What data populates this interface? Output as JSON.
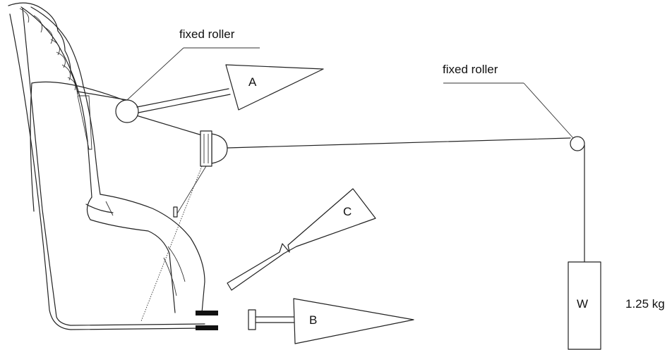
{
  "labels": {
    "roller_left": "fixed roller",
    "roller_right": "fixed roller",
    "arrow_a": "A",
    "arrow_b": "B",
    "arrow_c": "C",
    "weight": "W",
    "mass": "1.25 kg"
  }
}
